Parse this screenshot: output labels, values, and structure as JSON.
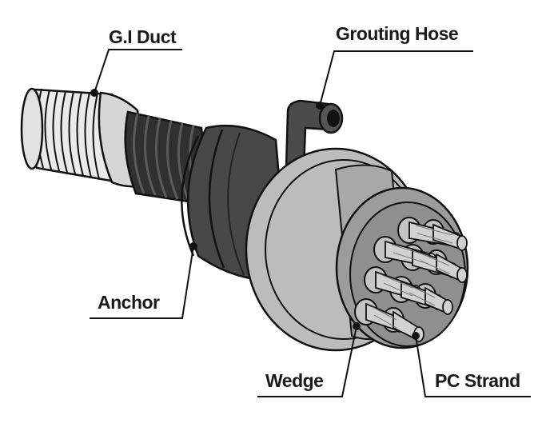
{
  "labels": {
    "gi_duct": "G.I Duct",
    "grouting_hose": "Grouting Hose",
    "anchor": "Anchor",
    "wedge": "Wedge",
    "pc_strand": "PC Strand"
  },
  "colors": {
    "outline": "#111111",
    "gi_duct": "#e9e9e9",
    "sleeve": "#d7d7d7",
    "bellows": "#2e2e2e",
    "anchor_body": "#4a4a4a",
    "bearing_plate": "#bfbfbf",
    "anchor_head": "#9b9b9b",
    "wedge": "#b9b9b9",
    "strand": "#cfcfcf"
  }
}
